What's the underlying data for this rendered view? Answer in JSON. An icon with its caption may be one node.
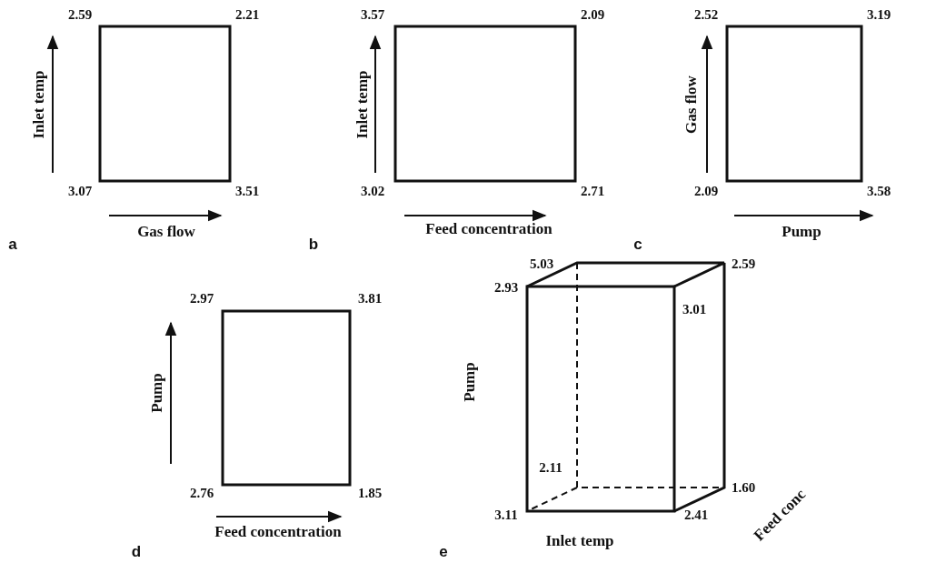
{
  "diagram": {
    "labels": [
      "2.59",
      "2.21",
      "Inlet temp",
      "3.07",
      "3.51",
      "Gas flow",
      "a",
      "3.57",
      "2.09",
      "Inlet temp",
      "3.02",
      "2.71",
      "Feed concentration",
      "b",
      "2.52",
      "3.19",
      "Gas flow",
      "2.09",
      "3.58",
      "Pump",
      "c",
      "2.97",
      "3.81",
      "Pump",
      "2.76",
      "1.85",
      "Feed concentration",
      "d",
      "5.03",
      "2.59",
      "2.93",
      "3.01",
      "Pump",
      "2.11",
      "1.60",
      "3.11",
      "2.41",
      "Inlet temp",
      "Feed conc",
      "e"
    ]
  }
}
